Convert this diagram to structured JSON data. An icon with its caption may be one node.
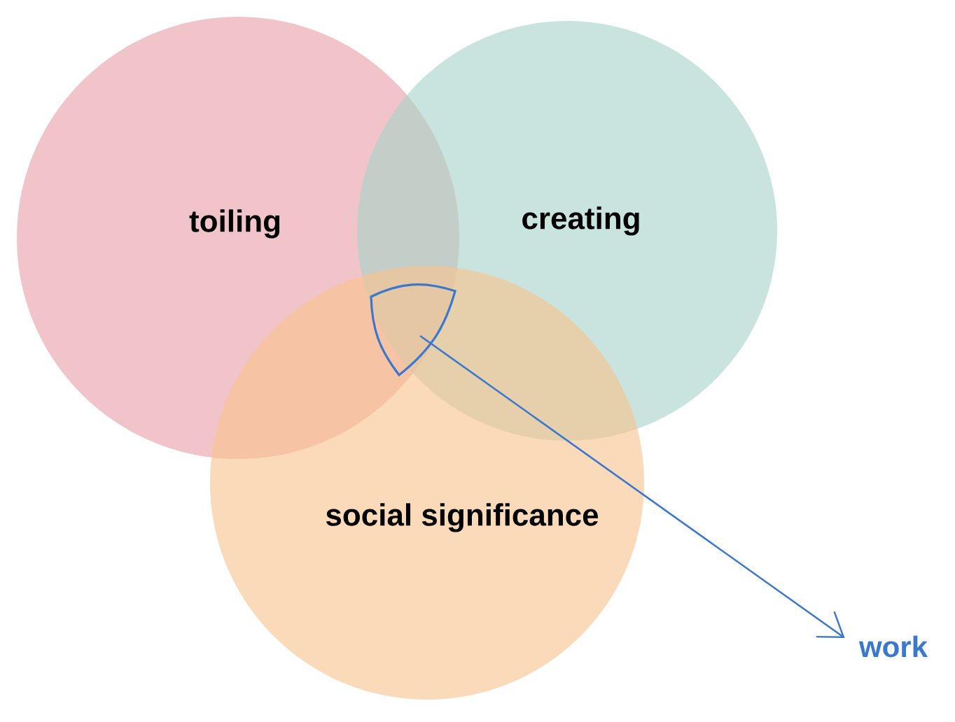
{
  "diagram": {
    "nodes": [
      {
        "text": [
          "toiling"
        ]
      },
      {
        "text": [
          "creating"
        ]
      },
      {
        "text": [
          "social significance"
        ]
      },
      {
        "text": [],
        "shape": "triangle"
      },
      {
        "text": [
          "work"
        ]
      }
    ],
    "edges": [
      {
        "from": 3,
        "to": 4,
        "arrow": "to",
        "color": "#3a78d0"
      }
    ]
  }
}
